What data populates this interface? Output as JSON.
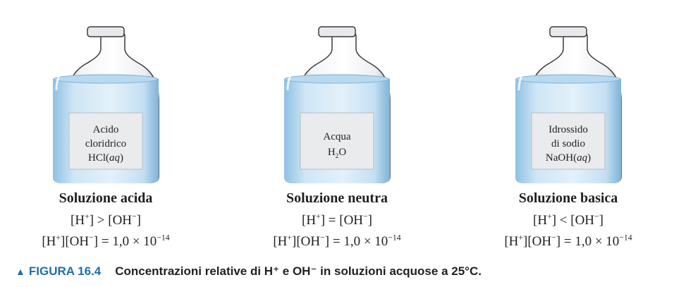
{
  "panels": [
    {
      "id": "acid",
      "label": [
        "Acido",
        "cloridrico",
        "HCl(aq)"
      ],
      "title": "Soluzione acida",
      "relation_symbol": ">",
      "product_value": "1,0 × 10",
      "product_exp": "−14"
    },
    {
      "id": "neutral",
      "label": [
        "Acqua",
        "H₂O"
      ],
      "title": "Soluzione neutra",
      "relation_symbol": "=",
      "product_value": "1,0 × 10",
      "product_exp": "−14"
    },
    {
      "id": "basic",
      "label": [
        "Idrossido",
        "di sodio",
        "NaOH(aq)"
      ],
      "title": "Soluzione basica",
      "relation_symbol": "<",
      "product_value": "1,0 × 10",
      "product_exp": "−14"
    }
  ],
  "caption": {
    "figure_label": "FIGURA 16.4",
    "text": "Concentrazioni relative di H⁺ e OH⁻ in soluzioni acquose a 25°C."
  },
  "colors": {
    "caption_accent": "#1f6ea8",
    "liquid": "#cfe6f6",
    "glass_outline": "#3a3a3a"
  }
}
